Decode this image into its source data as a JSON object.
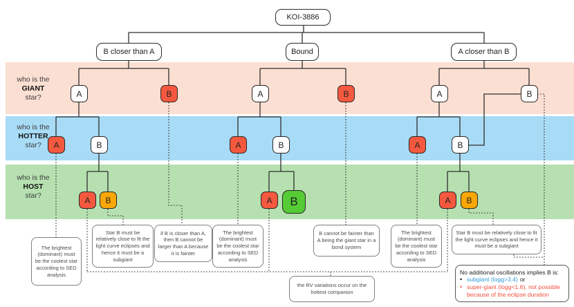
{
  "colors": {
    "band_giant_bg": "#fbdfd2",
    "band_hotter_bg": "#a8dbf5",
    "band_host_bg": "#b6e0b0",
    "node_red": "#f4593f",
    "node_orange": "#f9a705",
    "node_green": "#55cb35",
    "node_white": "#ffffff",
    "bullet1_text_color": "#2e9bd6",
    "bullet2_text_color": "#f2503c"
  },
  "root": {
    "label": "KOI-3886"
  },
  "branches": {
    "left": {
      "label": "B closer than A"
    },
    "middle": {
      "label": "Bound"
    },
    "right": {
      "label": "A closer than B"
    }
  },
  "bands": {
    "giant": {
      "prefix": "who is the",
      "keyword": "GIANT",
      "suffix": "star?"
    },
    "hotter": {
      "prefix": "who is the",
      "keyword": "HOTTER",
      "suffix": "star?"
    },
    "host": {
      "prefix": "who is the",
      "keyword": "HOST",
      "suffix": "star?"
    }
  },
  "nodes": {
    "L1A": {
      "letter": "A"
    },
    "L1B": {
      "letter": "B"
    },
    "L2A": {
      "letter": "A"
    },
    "L2B": {
      "letter": "B"
    },
    "L3A": {
      "letter": "A"
    },
    "L3B": {
      "letter": "B"
    },
    "M1A": {
      "letter": "A"
    },
    "M1B": {
      "letter": "B"
    },
    "M2A": {
      "letter": "A"
    },
    "M2B": {
      "letter": "B"
    },
    "M3A": {
      "letter": "A"
    },
    "M3B": {
      "letter": "B"
    },
    "R1A": {
      "letter": "A"
    },
    "R1B": {
      "letter": "B"
    },
    "R2A": {
      "letter": "A"
    },
    "R2B": {
      "letter": "B"
    },
    "R3A": {
      "letter": "A"
    },
    "R3B": {
      "letter": "B"
    }
  },
  "notes": {
    "sed_left": "The brightest (dominant) must be the coolest star according to SED analysis",
    "subgiant_left": "Star B must be relatively close to fit the light curve eclipses  and hence it must be a subgiant",
    "fainter": "if B is closer than A, then B cannot be larger than A because it is fainter",
    "sed_middle": "The brightest (dominant) must be the coolest star according to SED analysis",
    "bond": "B cannot be fainter than A being the giant star in a bond system",
    "sed_right": "The brightest (dominant) must be the coolest star according to SED analysis",
    "subgiant_right": "Star B must be relatively close to fit the light curve eclipses  and hence it must be a subgiant",
    "rv": "the RV variations occur on  the hottest companion",
    "oscillations": {
      "intro": "No additional oscillations implies B is:",
      "bullet1_text": "subgiant (logg>3.4)",
      "bullet1_suffix": "or",
      "bullet2_text": "super-giant (logg<1.6), not possible because of the eclipse duration"
    }
  }
}
